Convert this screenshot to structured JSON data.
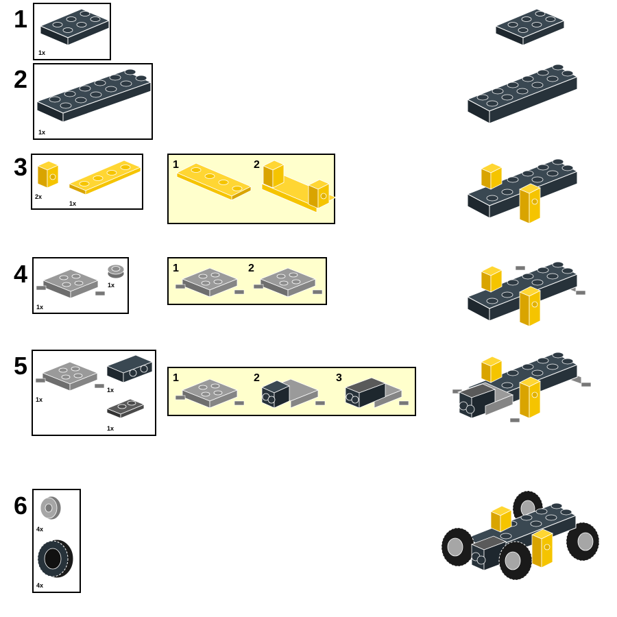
{
  "colors": {
    "dark": "#27323a",
    "yellow": "#f5c400",
    "grey": "#8d8d8d",
    "dark_grey": "#4a4a4a",
    "sub_bg": "#ffffcc"
  },
  "steps": [
    {
      "number": "1",
      "parts": [
        {
          "qty": "1x",
          "part": "plate-2x3-dark-icon"
        }
      ]
    },
    {
      "number": "2",
      "parts": [
        {
          "qty": "1x",
          "part": "plate-2x6-dark-icon"
        }
      ]
    },
    {
      "number": "3",
      "parts": [
        {
          "qty": "2x",
          "part": "bracket-yellow-icon"
        },
        {
          "qty": "1x",
          "part": "plate-1x4-yellow-icon"
        }
      ],
      "substeps": [
        "1",
        "2"
      ]
    },
    {
      "number": "4",
      "parts": [
        {
          "qty": "1x",
          "part": "wheel-holder-grey-icon"
        },
        {
          "qty": "1x",
          "part": "round-tile-grey-icon"
        }
      ],
      "substeps": [
        "1",
        "2"
      ]
    },
    {
      "number": "5",
      "parts": [
        {
          "qty": "1x",
          "part": "wheel-holder-grey-icon"
        },
        {
          "qty": "1x",
          "part": "headlight-brick-dark-icon"
        },
        {
          "qty": "1x",
          "part": "plate-1x2-dark-grey-icon"
        }
      ],
      "substeps": [
        "1",
        "2",
        "3"
      ]
    },
    {
      "number": "6",
      "parts": [
        {
          "qty": "4x",
          "part": "rim-grey-icon"
        },
        {
          "qty": "4x",
          "part": "tire-black-icon"
        }
      ]
    }
  ]
}
